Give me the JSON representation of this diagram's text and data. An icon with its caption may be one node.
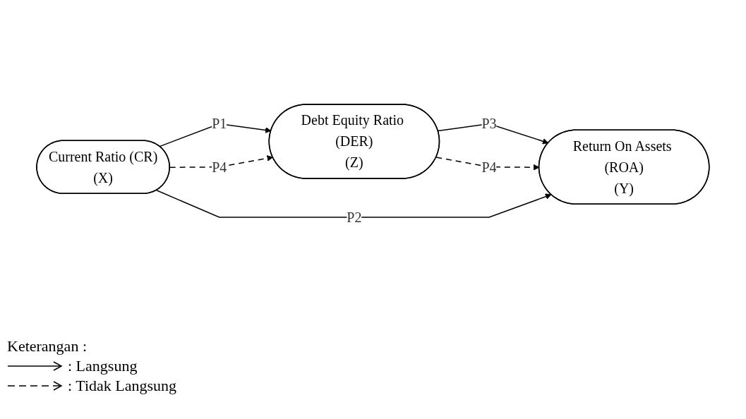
{
  "diagram": {
    "nodes": [
      {
        "text": [
          "Debt Equity Ratio (DER)",
          "(Z)"
        ]
      },
      {
        "text": [
          "Current Ratio (CR)",
          "(X)"
        ]
      },
      {
        "text": [
          "Return On Assets (ROA)",
          "(Y)"
        ]
      }
    ],
    "edges": [
      {
        "from": 1,
        "to": 0,
        "arrow": "to",
        "label": "P1"
      },
      {
        "from": 1,
        "to": 0,
        "arrow": "to",
        "label": "P4",
        "style": "dashed"
      },
      {
        "from": 0,
        "to": 2,
        "arrow": "to",
        "label": "P3"
      },
      {
        "from": 0,
        "to": 2,
        "arrow": "to",
        "label": "P4",
        "style": "dashed"
      },
      {
        "from": 1,
        "to": 2,
        "arrow": "to",
        "label": "P2"
      }
    ],
    "labels": [
      "Keterangan :"
    ],
    "legend": [
      {
        "text": ": Langsung"
      },
      {
        "text": ": Tidak Langsung"
      }
    ]
  }
}
